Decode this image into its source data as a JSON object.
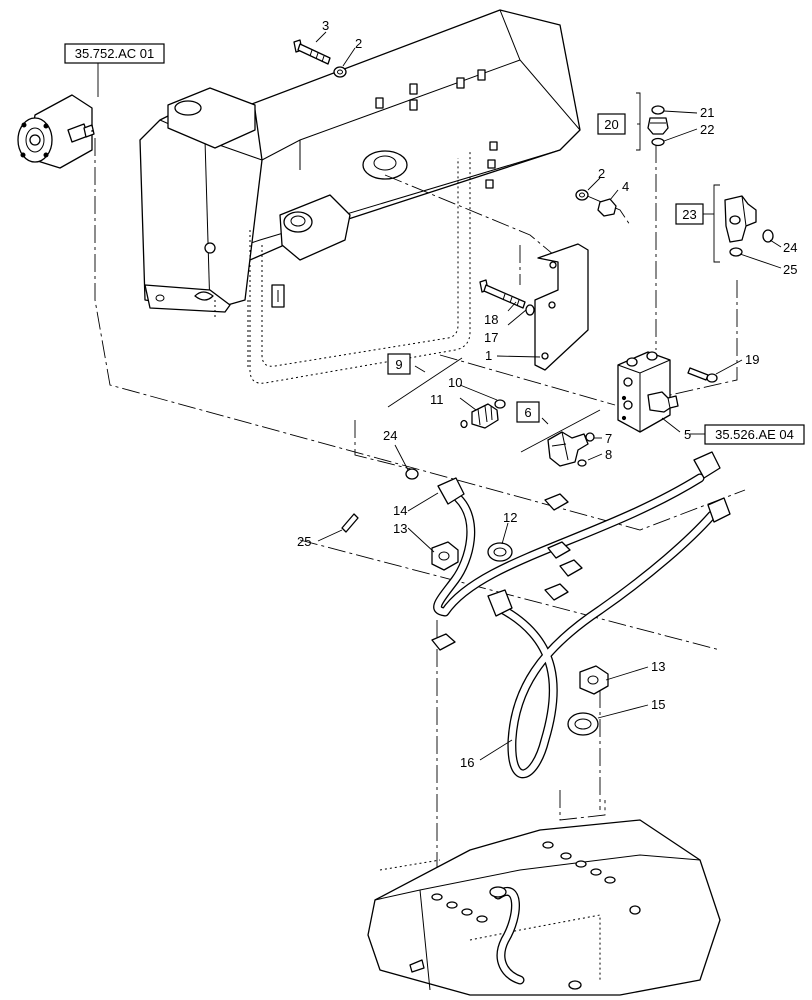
{
  "reference_boxes": {
    "hyd_group": "35.752.AC 01",
    "valve_group": "35.526.AE 04"
  },
  "kit_boxes": {
    "kit_9": "9",
    "kit_6": "6",
    "kit_20": "20",
    "kit_23": "23"
  },
  "callouts": {
    "c1": "1",
    "c2a": "2",
    "c2b": "2",
    "c3": "3",
    "c4": "4",
    "c5": "5",
    "c7": "7",
    "c8": "8",
    "c10": "10",
    "c11": "11",
    "c12": "12",
    "c13a": "13",
    "c13b": "13",
    "c14": "14",
    "c15": "15",
    "c16": "16",
    "c17": "17",
    "c18": "18",
    "c19": "19",
    "c21": "21",
    "c22": "22",
    "c24a": "24",
    "c24b": "24",
    "c25a": "25",
    "c25b": "25"
  }
}
